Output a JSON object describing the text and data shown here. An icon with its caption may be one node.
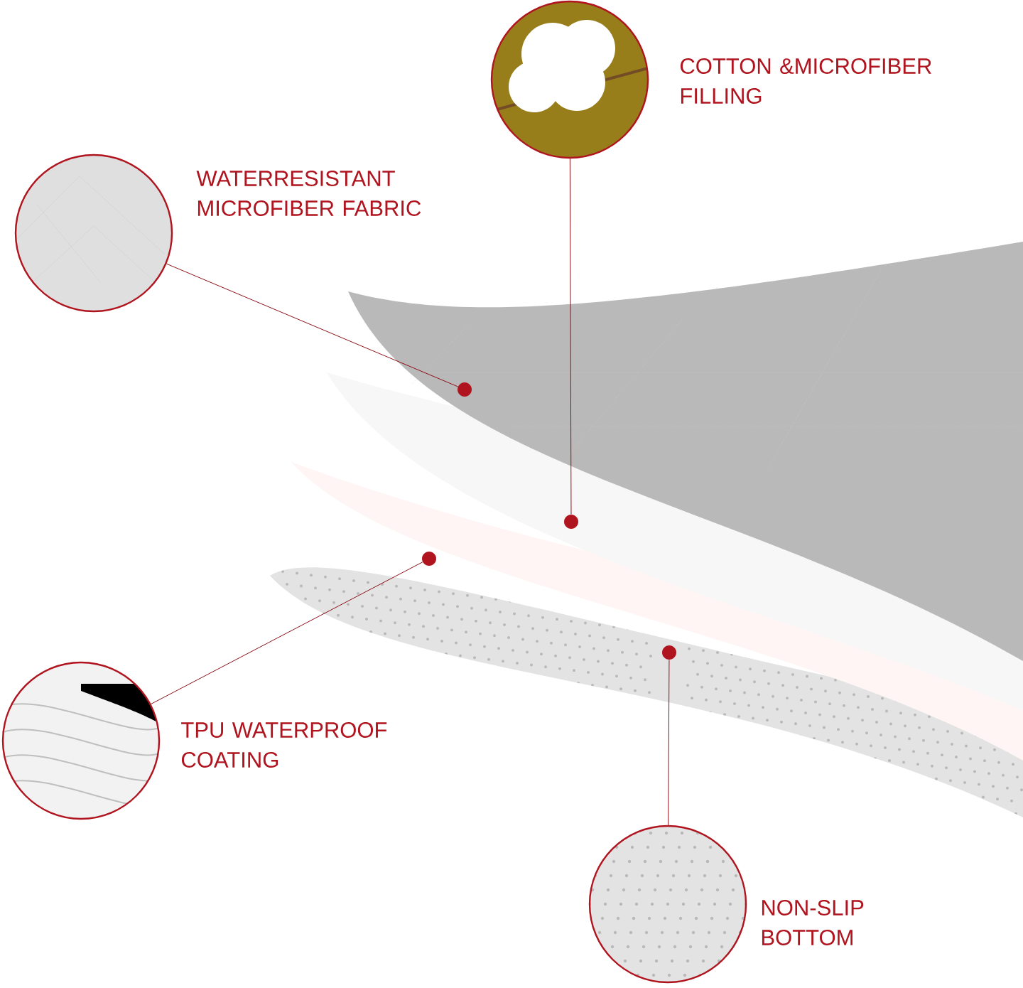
{
  "diagram": {
    "nodes": [
      {
        "text": [],
        "shape": "picture",
        "beside": [
          "WATERRESISTANT MICROFIBER FABRIC"
        ]
      },
      {
        "text": [],
        "shape": "picture",
        "beside": [
          "COTTON &MICROFIBER FILLING"
        ]
      },
      {
        "text": [],
        "shape": "picture",
        "beside": [
          "TPU WATERPROOF COATING"
        ]
      },
      {
        "text": [],
        "shape": "picture",
        "beside": [
          "NON-SLIP BOTTOM"
        ]
      },
      {
        "text": [],
        "shape": "circle"
      },
      {
        "text": [],
        "shape": "circle"
      },
      {
        "text": [],
        "shape": "circle"
      },
      {
        "text": [],
        "shape": "circle"
      }
    ],
    "edges": [
      {
        "from": 0,
        "to": 4,
        "arrow": "none"
      },
      {
        "from": 1,
        "to": 5,
        "arrow": "none"
      },
      {
        "from": 2,
        "to": 6,
        "arrow": "none"
      },
      {
        "from": 3,
        "to": 7,
        "arrow": "none"
      }
    ]
  }
}
